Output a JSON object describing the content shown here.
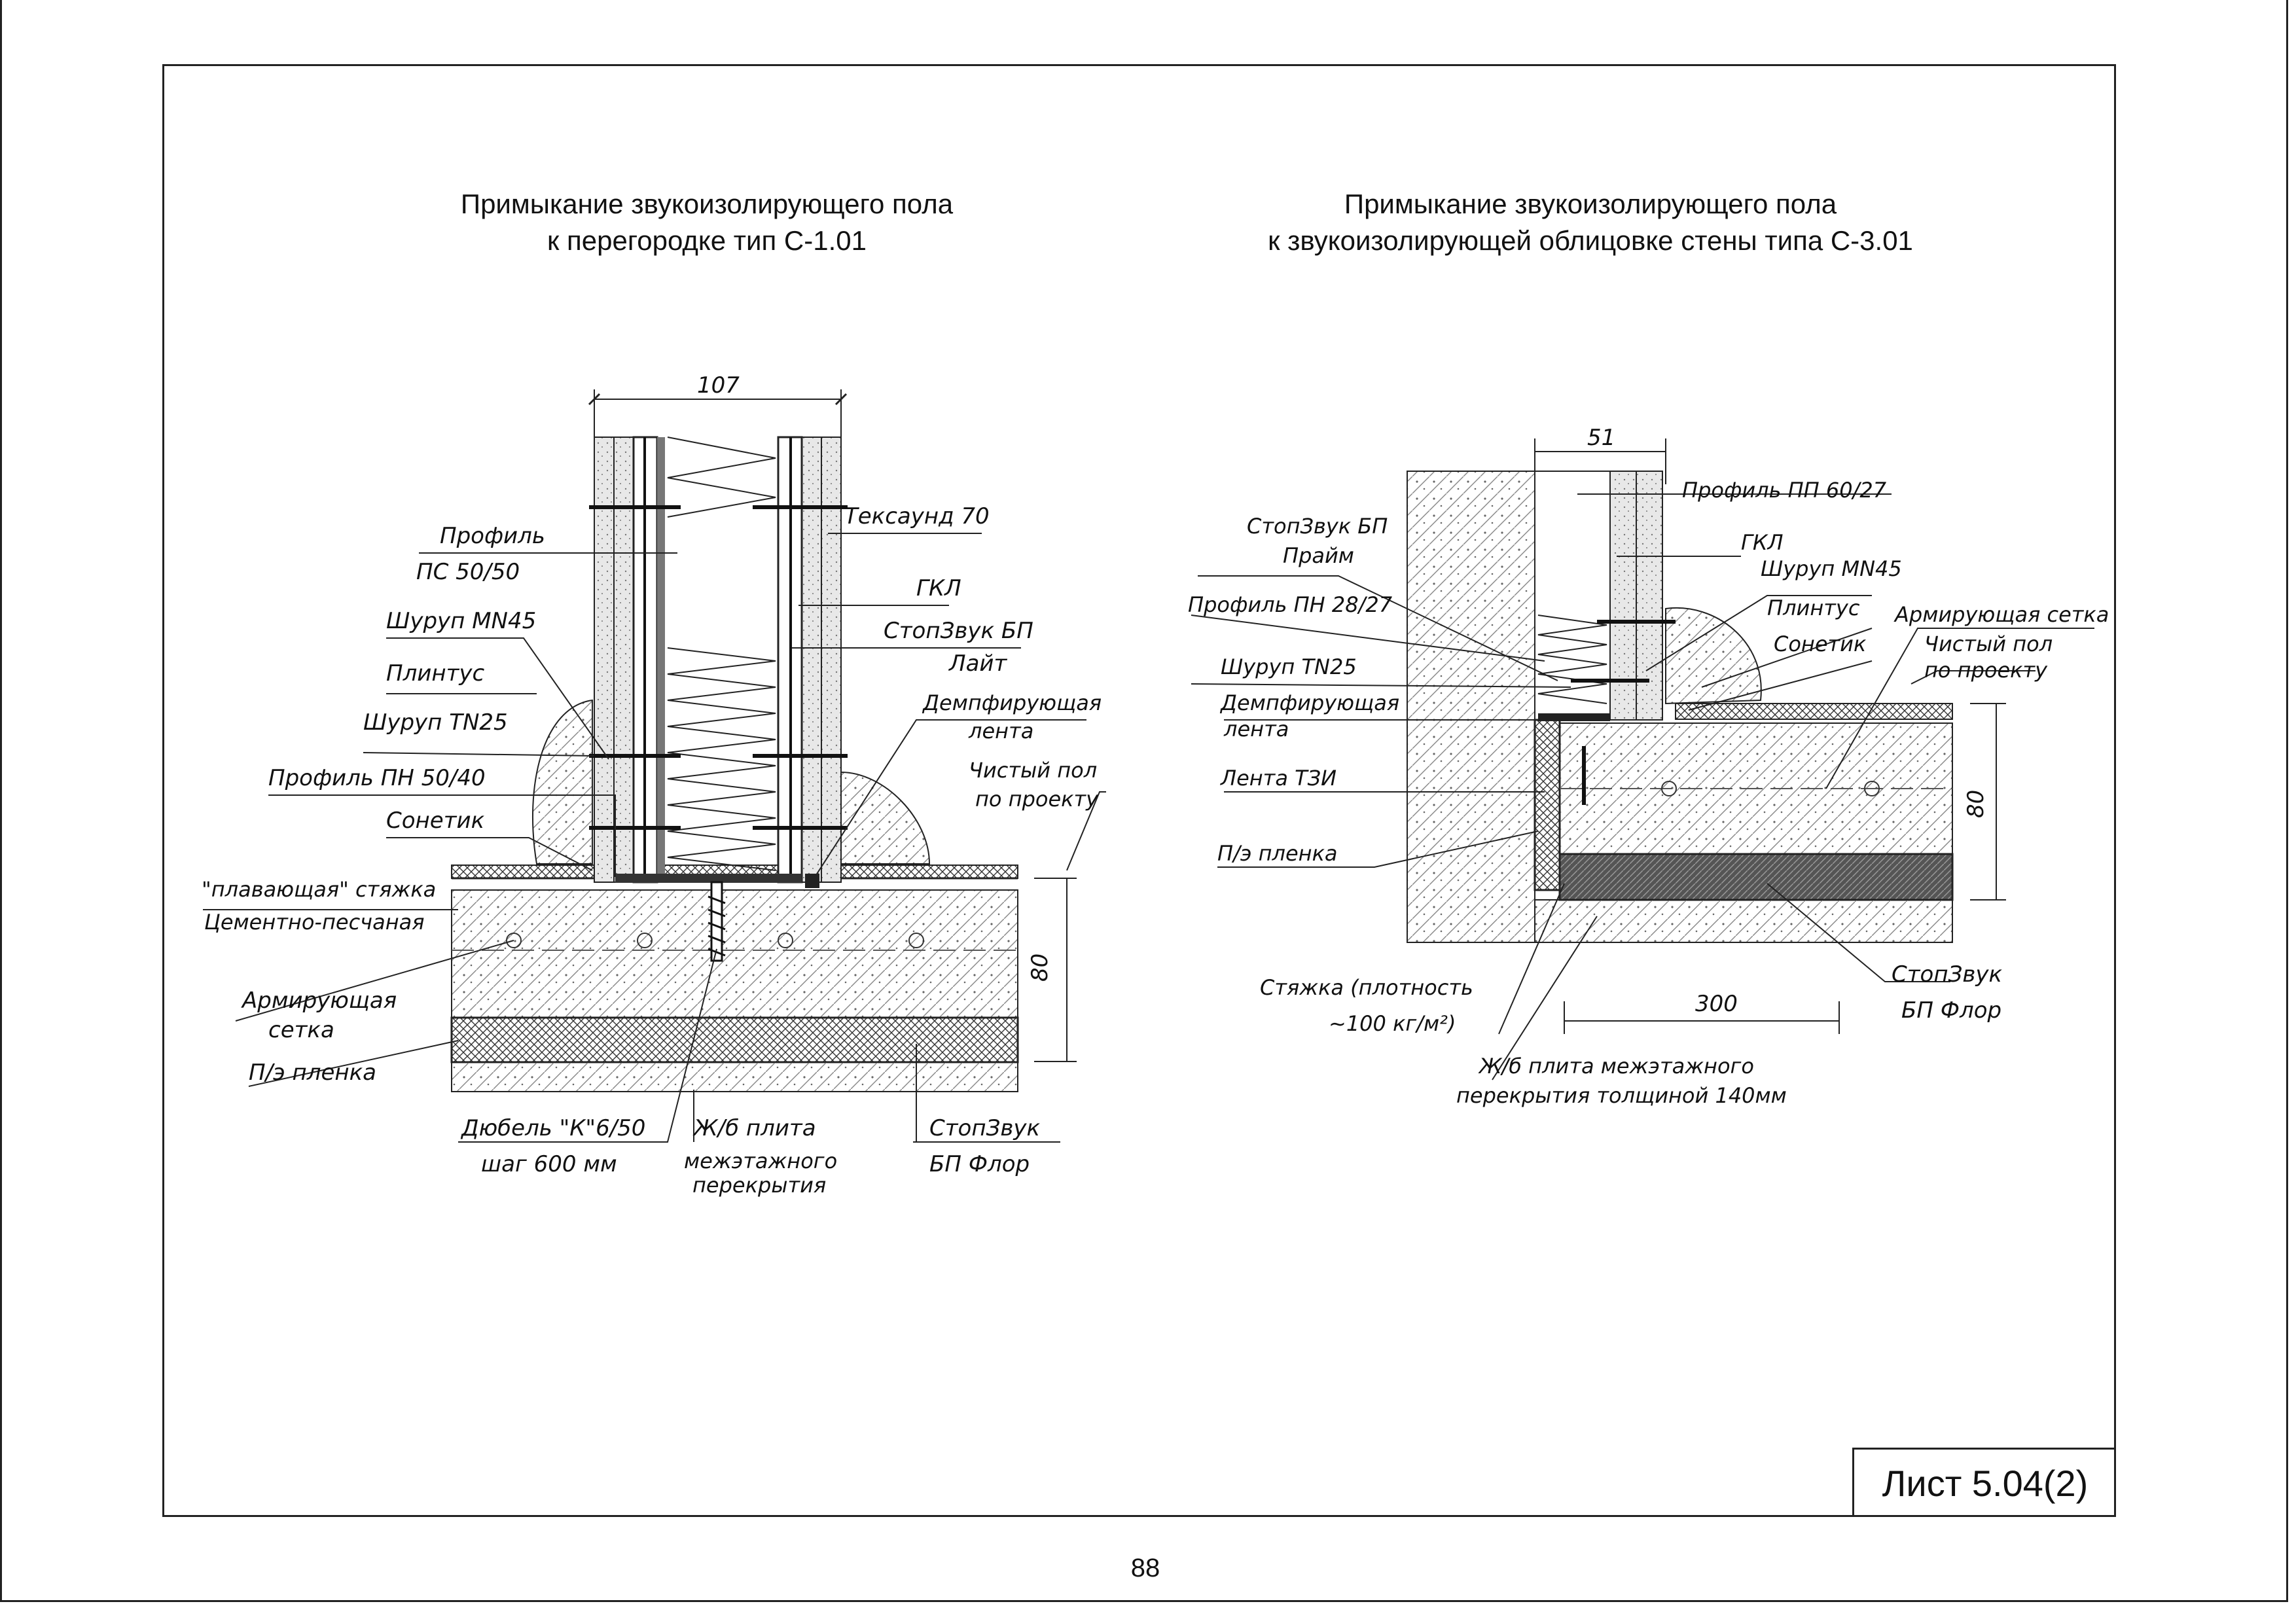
{
  "page": {
    "sheet_label": "Лист 5.04(2)",
    "page_number": "88"
  },
  "left": {
    "title_line1": "Примыкание звукоизолирующего пола",
    "title_line2": "к перегородке тип С-1.01",
    "dim_top": "107",
    "dim_right": "80",
    "labels": {
      "profile_ps_1": "Профиль",
      "profile_ps_2": "ПС 50/50",
      "screw_mn45": "Шуруп MN45",
      "plinth": "Плинтус",
      "screw_tn25": "Шуруп TN25",
      "profile_pn": "Профиль ПН 50/40",
      "sonetik": "Сонетик",
      "screed_1": "\"плавающая\" стяжка",
      "screed_2": "Цементно-песчаная",
      "mesh_1": "Армирующая",
      "mesh_2": "сетка",
      "pe_film": "П/э пленка",
      "texound": "Тексаунд 70",
      "gkl": "ГКЛ",
      "stopzvuk_1": "СтопЗвук БП",
      "stopzvuk_2": "Лайт",
      "damping_1": "Демпфирующая",
      "damping_2": "лента",
      "clean_floor_1": "Чистый пол",
      "clean_floor_2": "по проекту",
      "dowel_1": "Дюбель \"К\"6/50",
      "dowel_2": "шаг 600 мм",
      "slab_1": "Ж/б плита",
      "slab_2": "межэтажного",
      "slab_3": "перекрытия",
      "stopzvuk_floor_1": "СтопЗвук",
      "stopzvuk_floor_2": "БП Флор"
    }
  },
  "right": {
    "title_line1": "Примыкание звукоизолирующего пола",
    "title_line2": "к звукоизолирующей облицовке стены типа С-3.01",
    "dim_top": "51",
    "dim_right": "80",
    "dim_bottom": "300",
    "labels": {
      "stopzvuk_prime_1": "СтопЗвук БП",
      "stopzvuk_prime_2": "Прайм",
      "profile_pn": "Профиль ПН 28/27",
      "screw_tn25": "Шуруп TN25",
      "damping_1": "Демпфирующая",
      "damping_2": "лента",
      "tape_tzi": "Лента ТЗИ",
      "pe_film": "П/э пленка",
      "screed_1": "Стяжка (плотность",
      "screed_2": "~100 кг/м²)",
      "profile_pp": "Профиль ПП 60/27",
      "gkl": "ГКЛ",
      "screw_mn45": "Шуруп MN45",
      "plinth": "Плинтус",
      "sonetik": "Сонетик",
      "mesh": "Армирующая сетка",
      "clean_floor_1": "Чистый пол",
      "clean_floor_2": "по проекту",
      "stopzvuk_floor_1": "СтопЗвук",
      "stopzvuk_floor_2": "БП Флор",
      "slab_1": "Ж/б плита межэтажного",
      "slab_2": "перекрытия толщиной 140мм"
    }
  }
}
